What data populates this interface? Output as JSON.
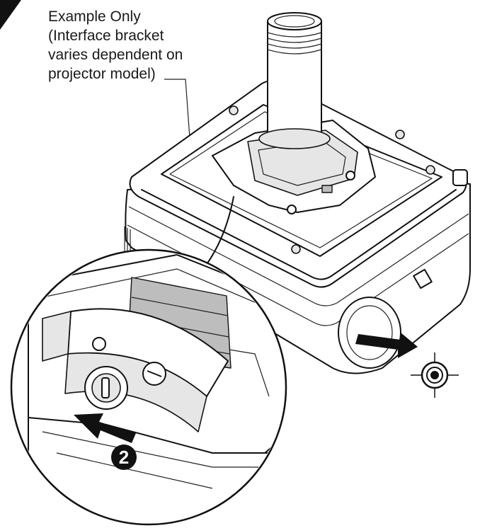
{
  "callout": {
    "lines": [
      "Example Only",
      "(Interface bracket",
      "varies dependent on",
      "projector model)"
    ]
  },
  "step": {
    "number": "2"
  },
  "colors": {
    "ink": "#111111",
    "arrow": "#111111",
    "background": "#ffffff"
  }
}
